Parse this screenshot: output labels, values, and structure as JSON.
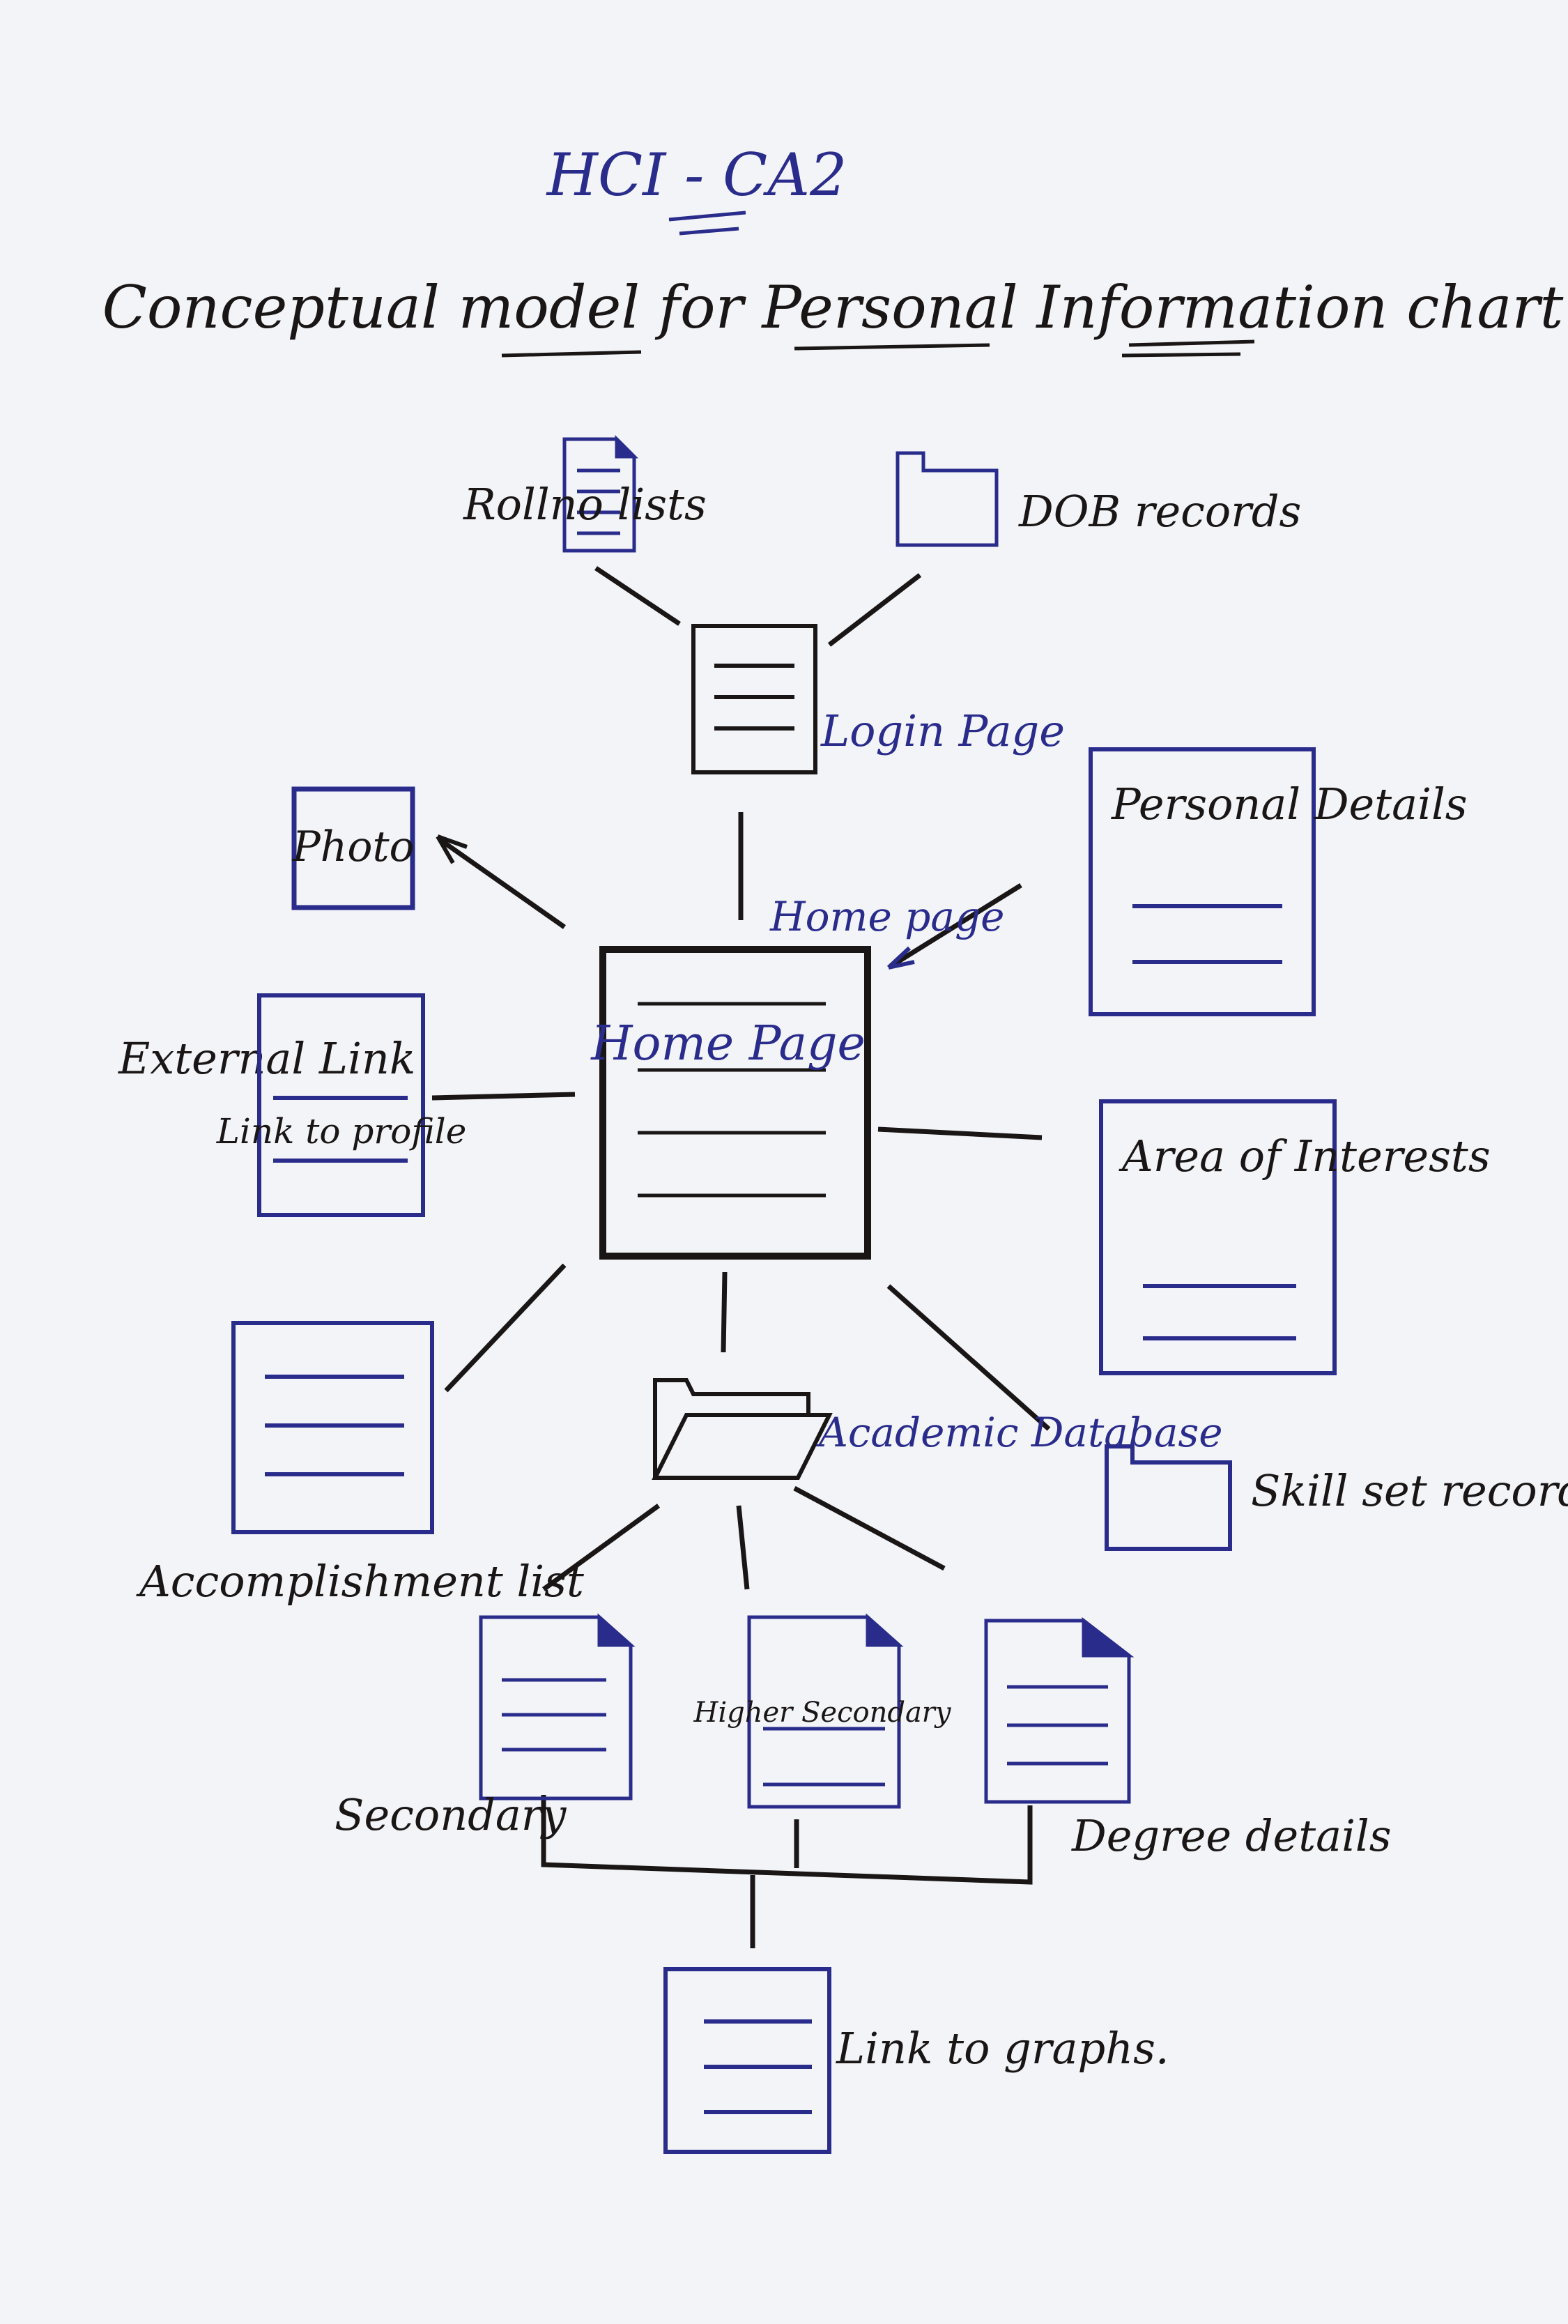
{
  "header": {
    "course": "HCI - CA2",
    "title": "Conceptual model for Personal Information chart"
  },
  "nodes": {
    "roll_lists": "Rollno lists",
    "dob_records": "DOB records",
    "login_page": "Login Page",
    "home_page_link_label": "Home page",
    "home_page": "Home Page",
    "photo": "Photo",
    "personal_details": "Personal Details",
    "external_link": "External Link",
    "link_to_profile": "Link to profile",
    "area_of_interests": "Area of Interests",
    "accomplishment_list": "Accomplishment list",
    "academic_database": "Academic Database",
    "skill_set_records": "Skill set records",
    "secondary": "Secondary",
    "higher_secondary": "Higher Secondary",
    "degree_details": "Degree details",
    "link_to_graphs": "Link to graphs."
  },
  "colors": {
    "paper": "#f3f4f8",
    "black_ink": "#1a1616",
    "blue_ink": "#2a2c8c"
  }
}
